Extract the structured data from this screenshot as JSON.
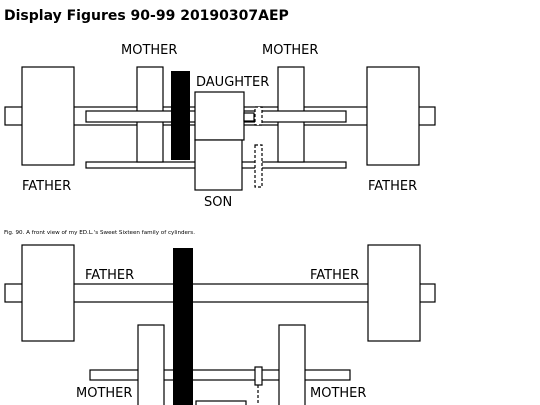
{
  "page": {
    "title": "Display Figures 90-99 20190307AEP",
    "caption": "Fig. 90. A front view of my ED.L.'s Sweet Sixteen family of cylinders."
  },
  "figure_90": {
    "labels": {
      "mother_left": "MOTHER",
      "mother_right": "MOTHER",
      "daughter": "DAUGHTER",
      "father_left": "FATHER",
      "father_right": "FATHER",
      "son": "SON"
    }
  },
  "figure_91": {
    "labels": {
      "father_left": "FATHER",
      "father_right": "FATHER",
      "mother_left": "MOTHER",
      "mother_right": "MOTHER"
    }
  },
  "colors": {
    "stroke": "#000000",
    "fill": "#ffffff",
    "belt": "#000000"
  }
}
